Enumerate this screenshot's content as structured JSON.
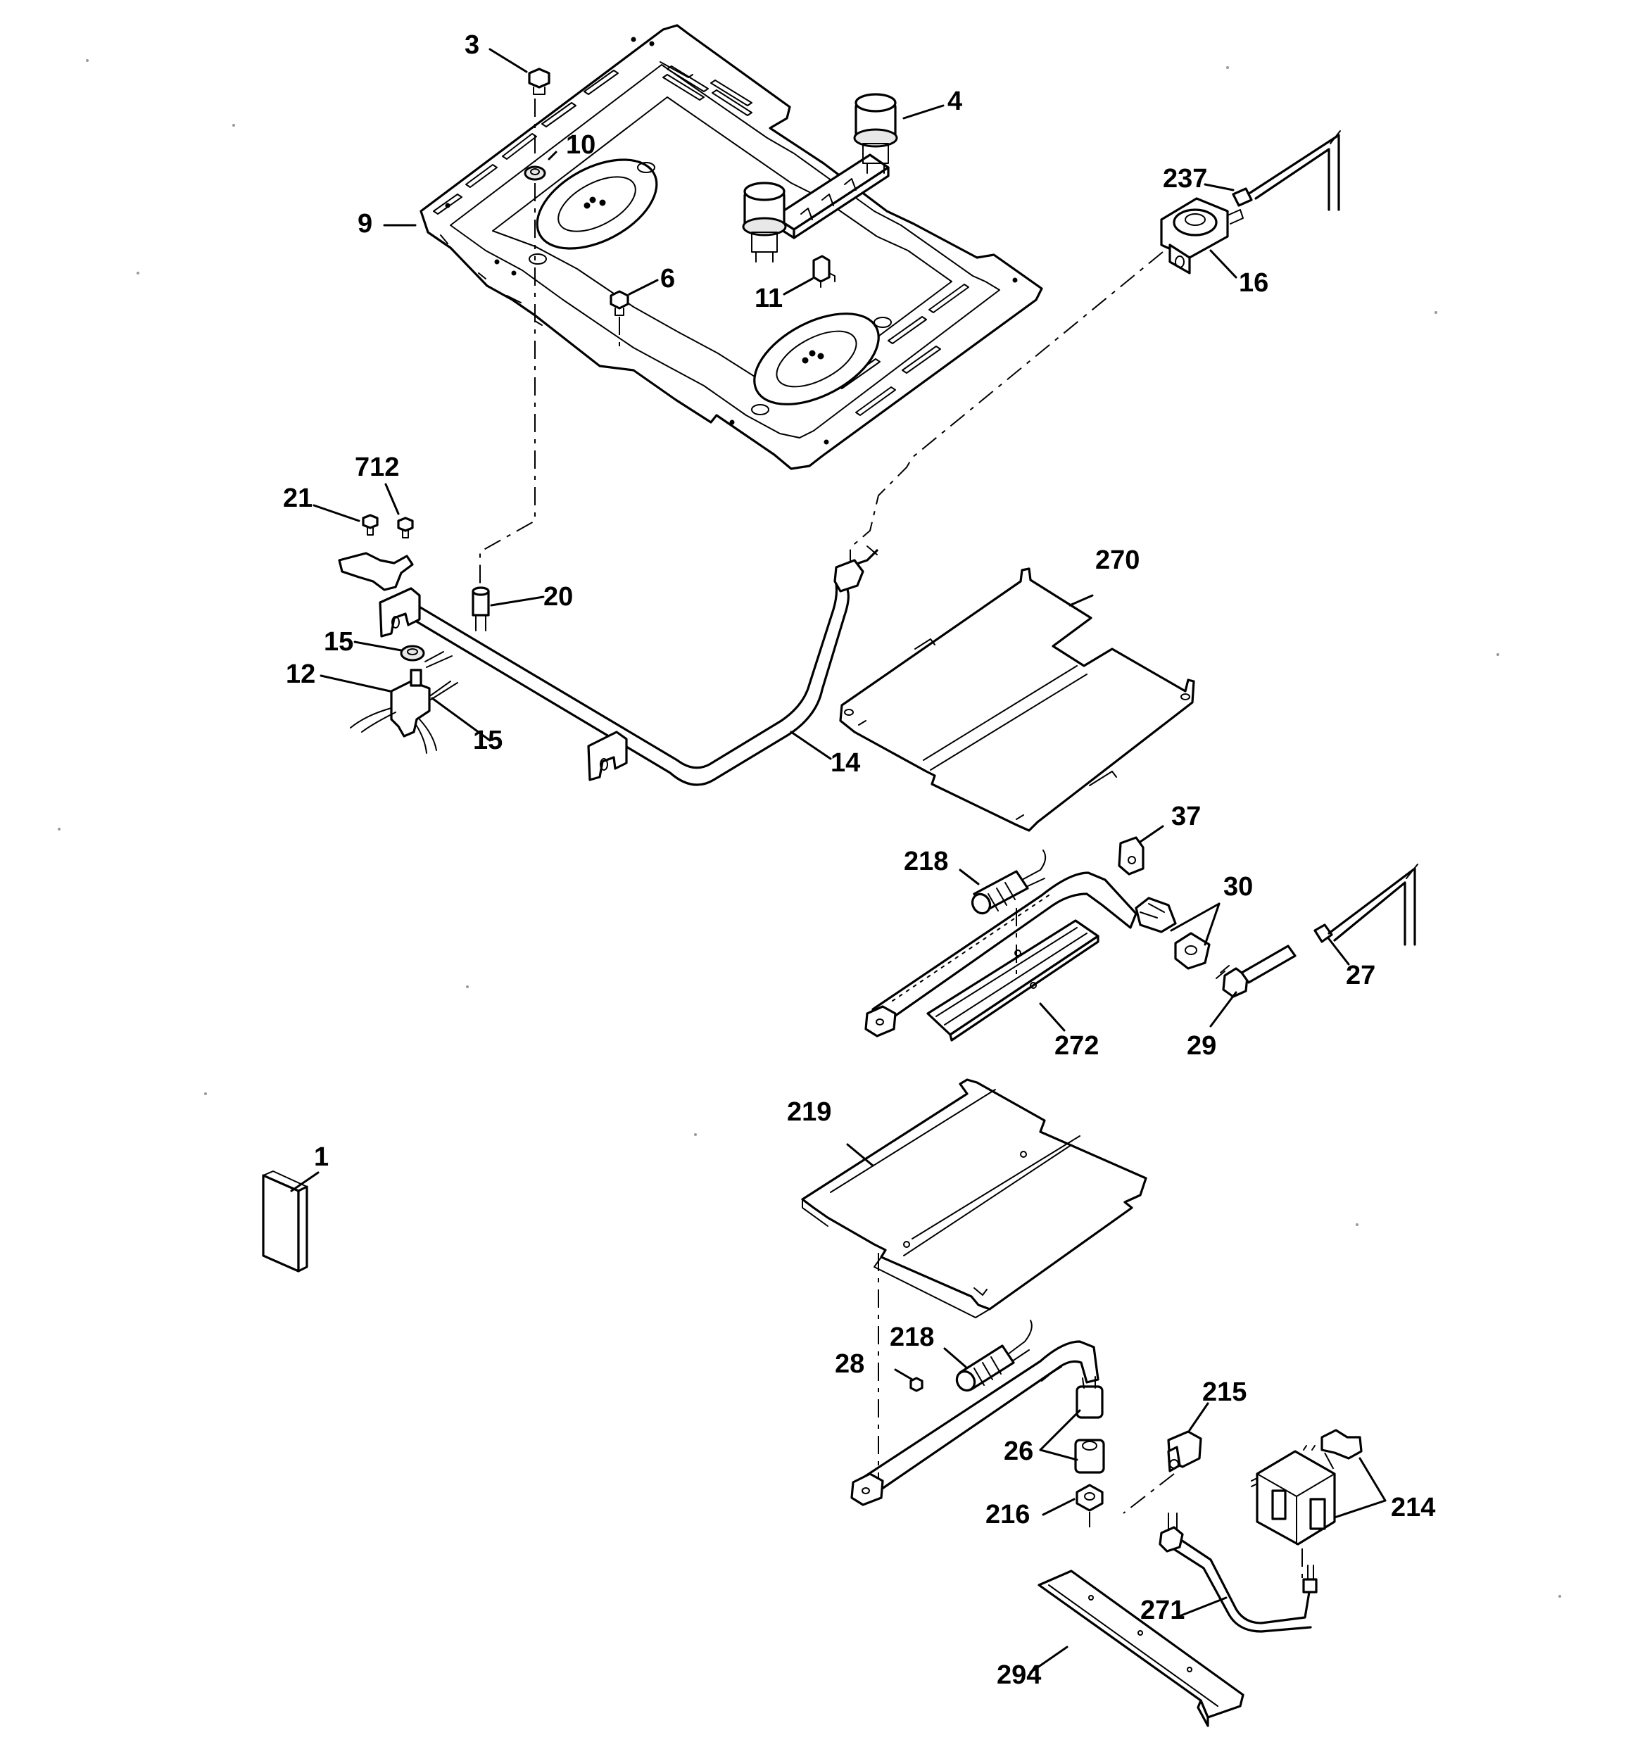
{
  "callouts": [
    {
      "id": "c3",
      "label": "3"
    },
    {
      "id": "c4",
      "label": "4"
    },
    {
      "id": "c10",
      "label": "10"
    },
    {
      "id": "c237",
      "label": "237"
    },
    {
      "id": "c9",
      "label": "9"
    },
    {
      "id": "c6",
      "label": "6"
    },
    {
      "id": "c16",
      "label": "16"
    },
    {
      "id": "c11",
      "label": "11"
    },
    {
      "id": "c712",
      "label": "712"
    },
    {
      "id": "c21",
      "label": "21"
    },
    {
      "id": "c270",
      "label": "270"
    },
    {
      "id": "c20",
      "label": "20"
    },
    {
      "id": "c15a",
      "label": "15"
    },
    {
      "id": "c12",
      "label": "12"
    },
    {
      "id": "c15b",
      "label": "15"
    },
    {
      "id": "c14",
      "label": "14"
    },
    {
      "id": "c37",
      "label": "37"
    },
    {
      "id": "c218a",
      "label": "218"
    },
    {
      "id": "c30",
      "label": "30"
    },
    {
      "id": "c27",
      "label": "27"
    },
    {
      "id": "c272",
      "label": "272"
    },
    {
      "id": "c29",
      "label": "29"
    },
    {
      "id": "c219",
      "label": "219"
    },
    {
      "id": "c1",
      "label": "1"
    },
    {
      "id": "c218b",
      "label": "218"
    },
    {
      "id": "c28",
      "label": "28"
    },
    {
      "id": "c215",
      "label": "215"
    },
    {
      "id": "c26",
      "label": "26"
    },
    {
      "id": "c214",
      "label": "214"
    },
    {
      "id": "c216",
      "label": "216"
    },
    {
      "id": "c271",
      "label": "271"
    },
    {
      "id": "c294",
      "label": "294"
    }
  ]
}
